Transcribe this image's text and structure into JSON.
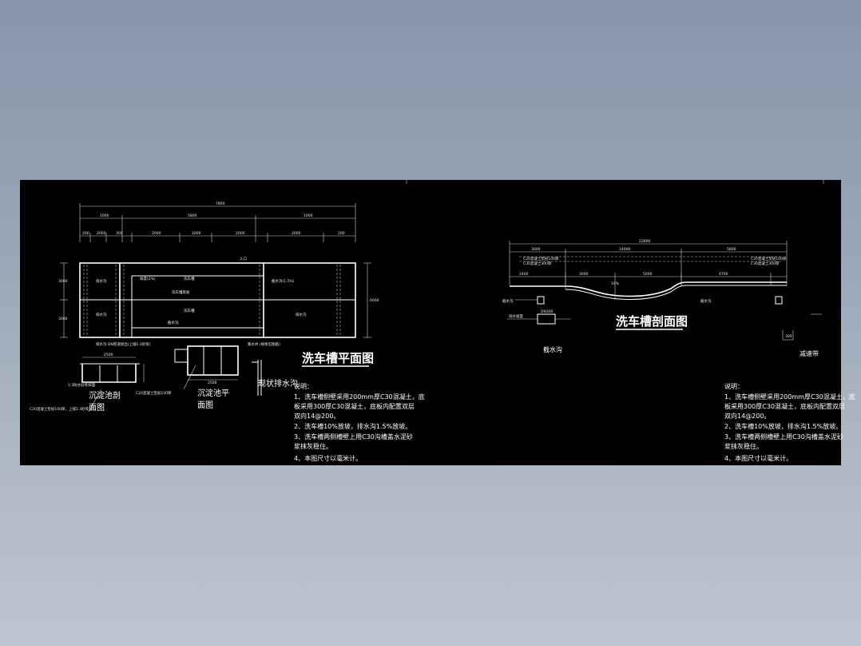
{
  "colors": {
    "background_top": "#8796a9",
    "background_bottom": "#bec5d0",
    "sheet": "#000000",
    "lines": "#ffffff"
  },
  "left_sheet": {
    "plan_title": "洗车槽平面图",
    "section_title_1": "沉淀池剖",
    "section_title_2": "面图",
    "plan_title_1": "沉淀池平",
    "plan_title_2": "面图",
    "drain_label": "现状排水沟",
    "notes": {
      "heading": "说明：",
      "lines": [
        "1、洗车槽侧壁采用200mm厚C30混凝土，底",
        "板采用300厚C30混凝土，底板内配置双层",
        "双向14@200。",
        "2、洗车槽10%放坡，排水沟1.5%放坡。",
        "3、洗车槽两侧槽壁上用C30沟槽盖水泥砂",
        "浆抹灰稳住。",
        "4、本图尺寸以毫米计。"
      ]
    }
  },
  "right_sheet": {
    "section_title": "洗车槽剖面图",
    "drain_label": "截水沟",
    "bump_label": "减速带",
    "notes": {
      "heading": "说明：",
      "lines": [
        "1、洗车槽侧壁采用200mm厚C30混凝土，底",
        "板采用300厚C30混凝土，底板内配置双层",
        "双向14@200。",
        "2、洗车槽10%放坡，排水沟1.5%放坡。",
        "3、洗车槽两侧槽壁上用C30沟槽盖水泥砂",
        "浆抹灰稳住。",
        "4、本图尺寸以毫米计。"
      ]
    }
  }
}
